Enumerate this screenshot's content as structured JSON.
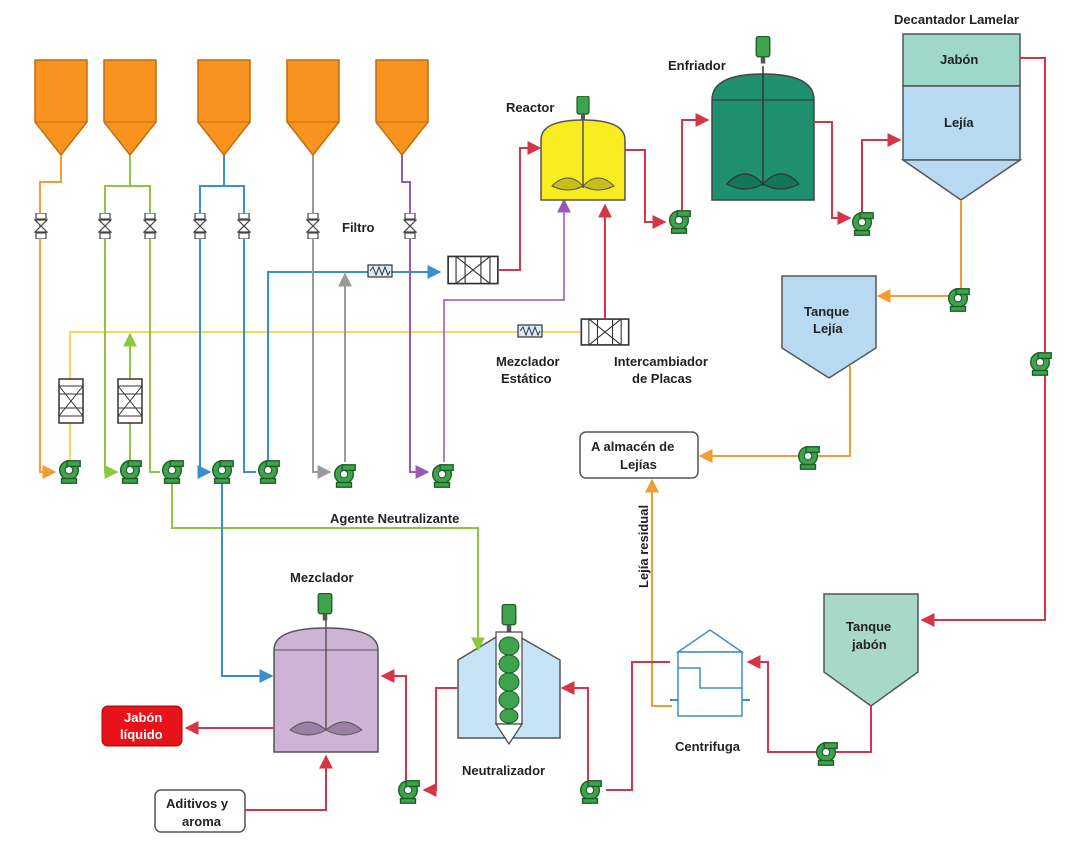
{
  "colors": {
    "silo": "#f7931e",
    "orange_line": "#f39c34",
    "green_line": "#8dc63f",
    "blue_line": "#3b8fd0",
    "gray_line": "#9a9a9a",
    "purple_line": "#9b59b6",
    "red_line": "#d63447",
    "pump": "#3fa34d",
    "reactor": "#f7ec1f",
    "cooler": "#1e8f6f",
    "decanter_top": "#9fd8c8",
    "decanter_bottom": "#b8d9f2",
    "tank_lejia": "#b8d9f2",
    "tank_jabon": "#a8d8c8",
    "mixer": "#cdb4d6",
    "neutralizer": "#c6e4f5",
    "output_red": "#e8121b"
  },
  "labels": {
    "filtro": "Filtro",
    "reactor": "Reactor",
    "enfriador": "Enfriador",
    "decantador": "Decantador Lamelar",
    "jabon_layer": "Jabón",
    "lejia_layer": "Lejía",
    "mezclador_estatico_1": "Mezclador",
    "mezclador_estatico_2": "Estático",
    "intercambiador_1": "Intercambiador",
    "intercambiador_2": "de Placas",
    "tanque_lejia_1": "Tanque",
    "tanque_lejia_2": "Lejía",
    "almacen_1": "A almacén de",
    "almacen_2": "Lejías",
    "lejia_residual": "Lejía residual",
    "agente": "Agente Neutralizante",
    "mezclador": "Mezclador",
    "tanque_jabon_1": "Tanque",
    "tanque_jabon_2": "jabón",
    "neutralizador": "Neutralizador",
    "centrifuga": "Centrifuga",
    "jabon_liquido_1": "Jabón",
    "jabon_liquido_2": "líquido",
    "aditivos_1": "Aditivos y",
    "aditivos_2": "aroma"
  }
}
